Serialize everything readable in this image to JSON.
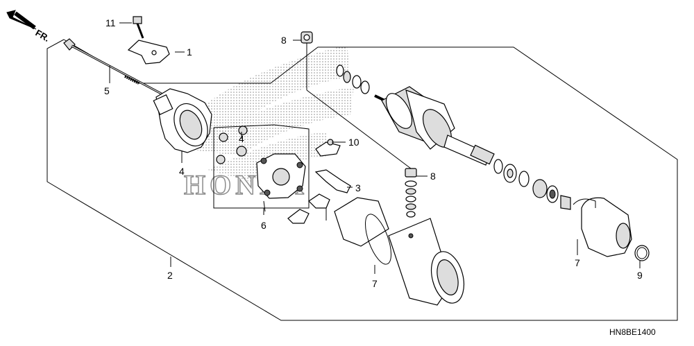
{
  "diagram_code": "HN8BE1400",
  "direction_label": "FR.",
  "watermark_text": "HONDA",
  "callouts": [
    {
      "id": "c1",
      "label": "1"
    },
    {
      "id": "c2",
      "label": "2"
    },
    {
      "id": "c3",
      "label": "3"
    },
    {
      "id": "c4a",
      "label": "4"
    },
    {
      "id": "c4b",
      "label": "4"
    },
    {
      "id": "c5",
      "label": "5"
    },
    {
      "id": "c6",
      "label": "6"
    },
    {
      "id": "c7a",
      "label": "7"
    },
    {
      "id": "c7b",
      "label": "7"
    },
    {
      "id": "c8a",
      "label": "8"
    },
    {
      "id": "c8b",
      "label": "8"
    },
    {
      "id": "c9",
      "label": "9"
    },
    {
      "id": "c10",
      "label": "10"
    },
    {
      "id": "c11",
      "label": "11"
    }
  ],
  "colors": {
    "line": "#000000",
    "background": "#ffffff",
    "watermark": "#8c8c8c"
  }
}
